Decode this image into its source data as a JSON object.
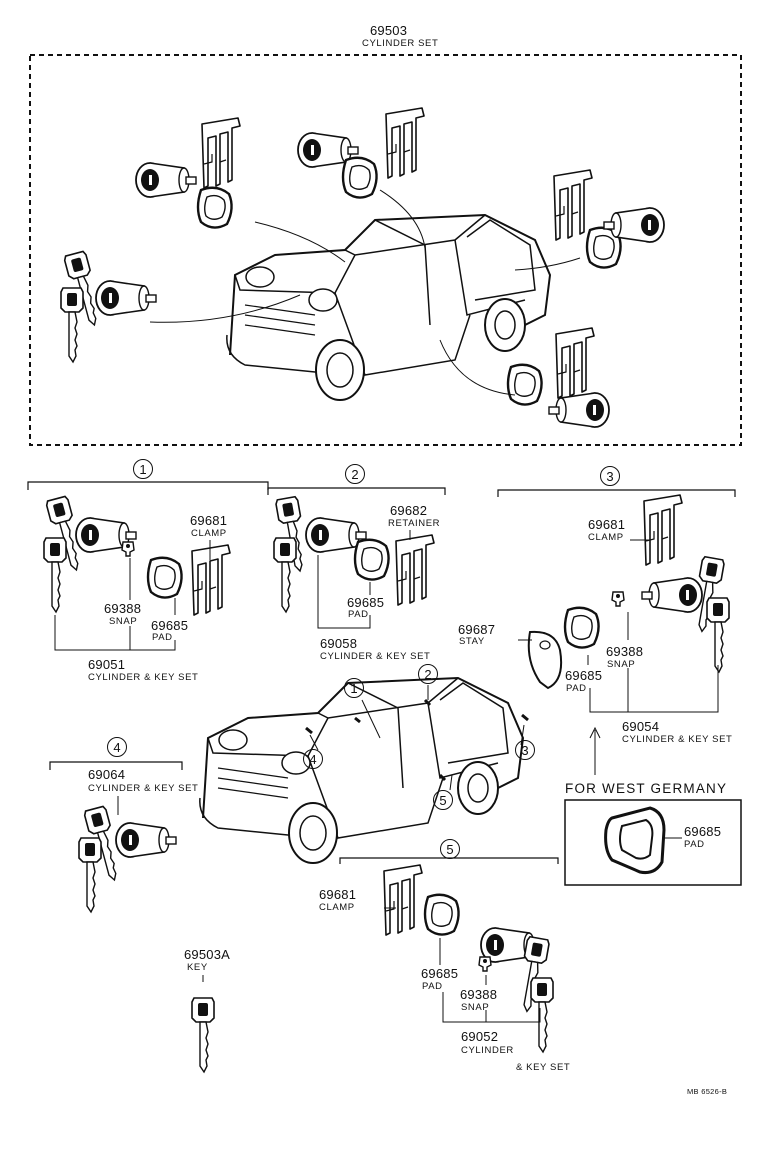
{
  "top_set": {
    "number": "69503",
    "name": "CYLINDER SET"
  },
  "section_markers": {
    "s1": "1",
    "s2": "2",
    "s3": "3",
    "s4": "4",
    "s5": "5"
  },
  "parts": {
    "s1_clamp_no": "69681",
    "s1_clamp_name": "CLAMP",
    "s1_snap_no": "69388",
    "s1_snap_name": "SNAP",
    "s1_pad_no": "69685",
    "s1_pad_name": "PAD",
    "s1_set_no": "69051",
    "s1_set_name": "CYLINDER & KEY SET",
    "s2_retainer_no": "69682",
    "s2_retainer_name": "RETAINER",
    "s2_pad_no": "69685",
    "s2_pad_name": "PAD",
    "s2_set_no": "69058",
    "s2_set_name": "CYLINDER & KEY SET",
    "s3_clamp_no": "69681",
    "s3_clamp_name": "CLAMP",
    "s3_stay_no": "69687",
    "s3_stay_name": "STAY",
    "s3_snap_no": "69388",
    "s3_snap_name": "SNAP",
    "s3_pad_no": "69685",
    "s3_pad_name": "PAD",
    "s3_set_no": "69054",
    "s3_set_name": "CYLINDER & KEY SET",
    "s4_set_no": "69064",
    "s4_set_name": "CYLINDER & KEY SET",
    "fwg_title": "FOR WEST GERMANY",
    "fwg_pad_no": "69685",
    "fwg_pad_name": "PAD",
    "s5_clamp_no": "69681",
    "s5_clamp_name": "CLAMP",
    "s5_pad_no": "69685",
    "s5_pad_name": "PAD",
    "s5_snap_no": "69388",
    "s5_snap_name": "SNAP",
    "s5_set_no": "69052",
    "s5_set_name_1": "CYLINDER",
    "s5_set_name_2": "& KEY SET",
    "key_no": "69503A",
    "key_name": "KEY"
  },
  "car_markers": {
    "c1": "1",
    "c2": "2",
    "c3": "3",
    "c4": "4",
    "c5": "5"
  },
  "ref_code": "MB 6526-B"
}
